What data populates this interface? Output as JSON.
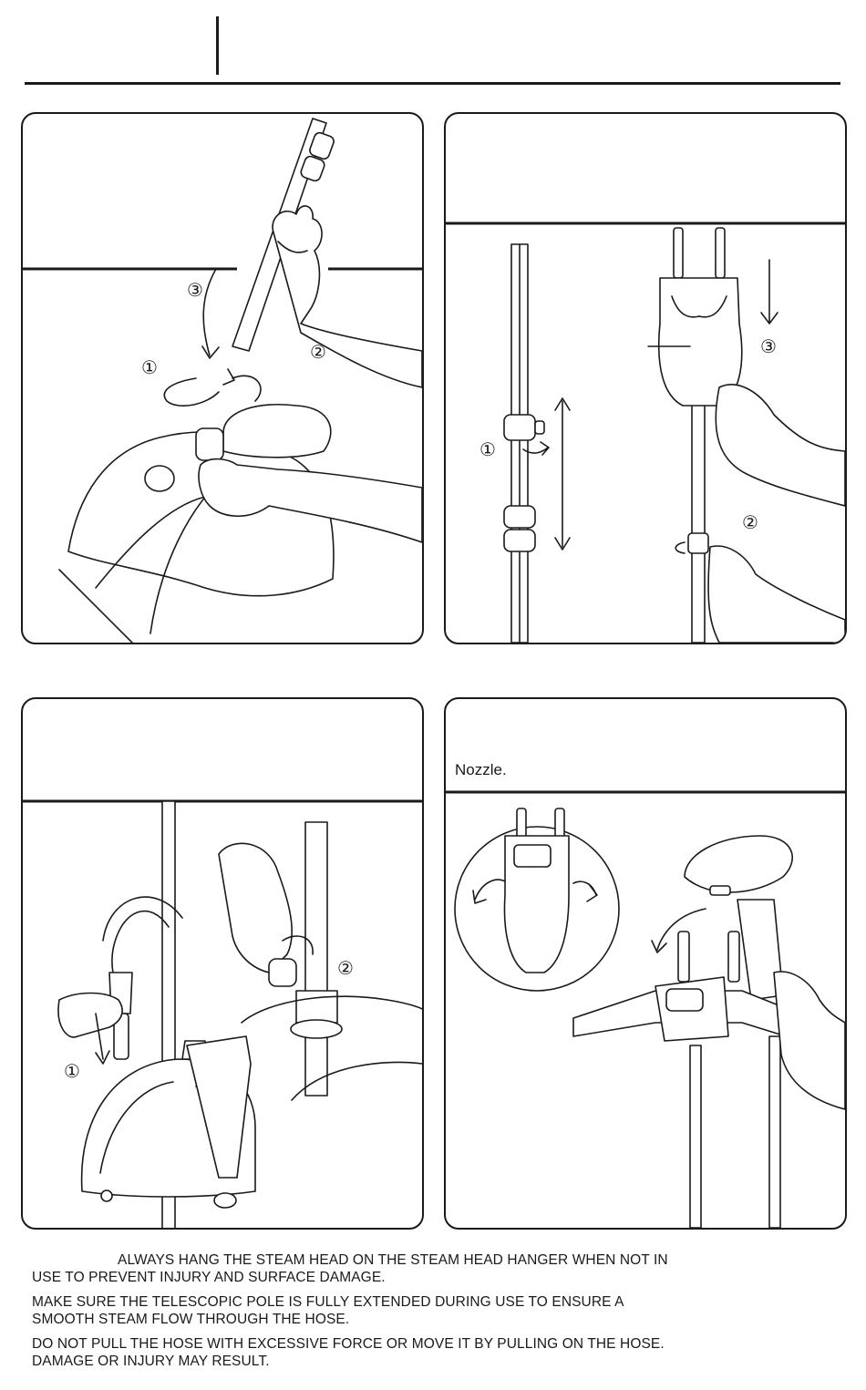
{
  "header": {
    "title": ""
  },
  "panels": {
    "step4": {
      "caption": "Nozzle."
    }
  },
  "callouts": {
    "c1": "①",
    "c2": "②",
    "c3": "③"
  },
  "notes": [
    "ALWAYS HANG THE STEAM HEAD ON THE STEAM HEAD HANGER WHEN NOT IN USE TO PREVENT INJURY AND SURFACE DAMAGE.",
    "MAKE SURE THE TELESCOPIC POLE IS FULLY EXTENDED DURING USE TO ENSURE A SMOOTH STEAM FLOW THROUGH THE HOSE.",
    "DO NOT PULL THE HOSE WITH EXCESSIVE FORCE OR MOVE IT BY PULLING ON THE HOSE. DAMAGE OR INJURY MAY RESULT."
  ]
}
